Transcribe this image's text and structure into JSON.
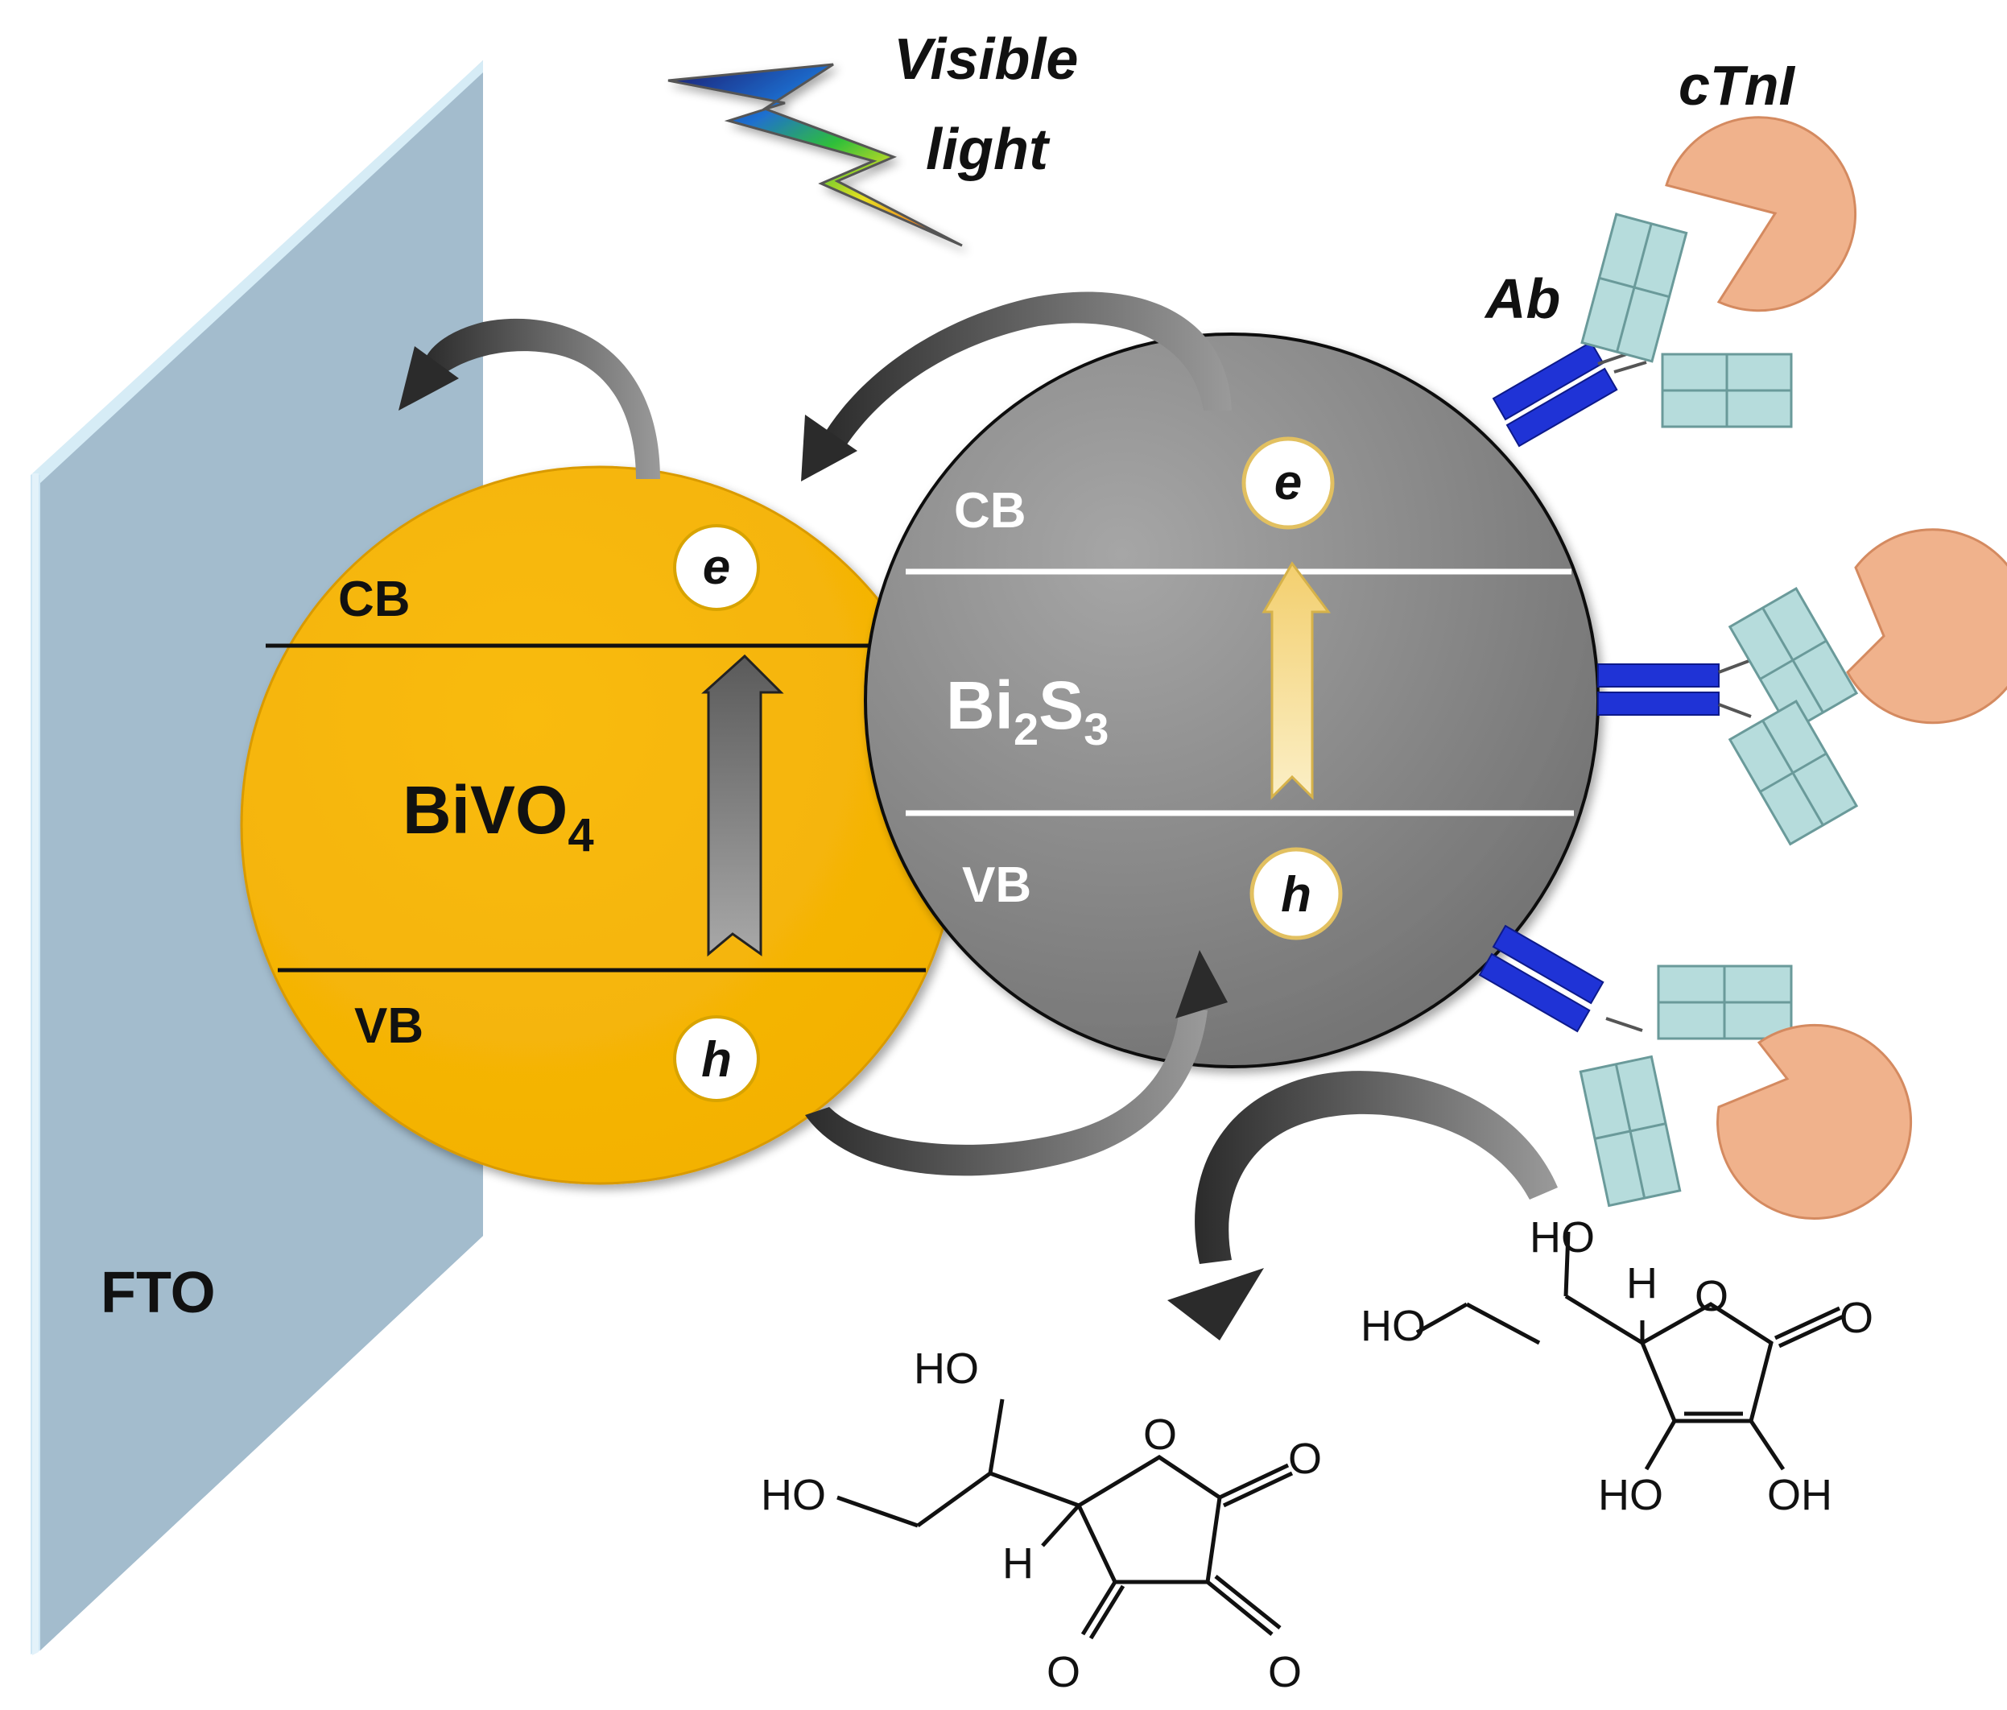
{
  "electrode": {
    "label": "FTO"
  },
  "light": {
    "line1": "Visible",
    "line2": "light"
  },
  "bivo4": {
    "base": "BiVO",
    "sub": "4",
    "cb": "CB",
    "vb": "VB",
    "electron": "e",
    "hole": "h"
  },
  "bi2s3": {
    "p1": "Bi",
    "s1": "2",
    "p2": "S",
    "s2": "3",
    "cb": "CB",
    "vb": "VB",
    "electron": "e",
    "hole": "h"
  },
  "bio": {
    "antibody": "Ab",
    "antigen": "cTnI"
  },
  "aa": {
    "ho_top": "HO",
    "h": "H",
    "o_ring": "O",
    "o_carbonyl": "O",
    "ho_left": "HO",
    "ho_bottom_left": "HO",
    "oh_bottom_right": "OH"
  },
  "dha": {
    "ho_top": "HO",
    "ho_left": "HO",
    "h": "H",
    "o_ring": "O",
    "o_carbonyl": "O",
    "o_bottom_left": "O",
    "o_bottom_right": "O"
  },
  "colors": {
    "fto": "#a3bccd",
    "bivo4": "#f7b500",
    "bi2s3": "#8c8c8c",
    "antibody_dark": "#1f33d6",
    "antibody_light": "#b6dcdc",
    "antigen": "#f0b28c",
    "arrow": "#3a3a3a"
  }
}
